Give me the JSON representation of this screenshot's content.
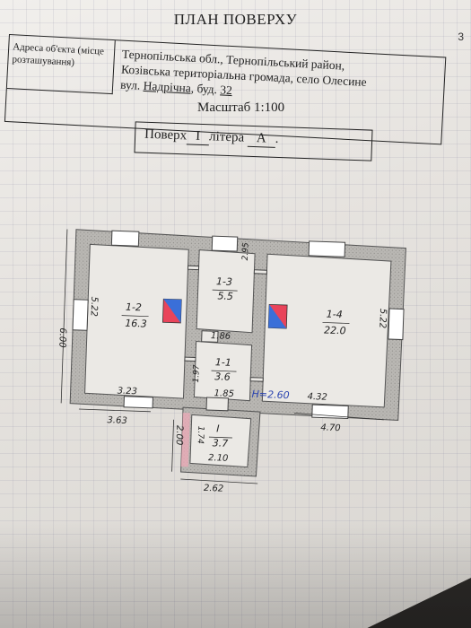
{
  "page_number": "3",
  "title": "ПЛАН ПОВЕРХУ",
  "address": {
    "label": "Адреса об'єкта (місце розташування)",
    "line1": "Тернопільська обл., Тернопільський район,",
    "line2": "Козівська територіальна громада, село Олесине",
    "street_prefix": "вул.",
    "street": "Надрічна",
    "building_prefix": ", буд.",
    "building": "32"
  },
  "scale": "Масштаб 1:100",
  "floor": {
    "floor_label": "Поверх",
    "floor_value": "I",
    "letter_label": "літера",
    "letter_value": "А",
    "trailing": "."
  },
  "rooms": [
    {
      "id": "1-2",
      "area": "16.3"
    },
    {
      "id": "1-3",
      "area": "5.5"
    },
    {
      "id": "1-4",
      "area": "22.0"
    },
    {
      "id": "1-1",
      "area": "3.6"
    },
    {
      "id": "I",
      "area": "3.7"
    }
  ],
  "dimensions": {
    "left_outer_height": "6.00",
    "left_room_height": "5.22",
    "right_room_height": "5.22",
    "room13_height": "2.95",
    "corridor_width_upper": "1.86",
    "corridor_width_lower": "1.85",
    "room11_height": "1.97",
    "left_room_width": "3.23",
    "left_outer_width": "3.63",
    "right_room_width": "4.32",
    "right_outer_width": "4.70",
    "ceiling_height": "H=2.60",
    "porch_height_inner": "1.74",
    "porch_height_outer": "2.00",
    "porch_width_inner": "2.10",
    "porch_width_outer": "2.62"
  }
}
